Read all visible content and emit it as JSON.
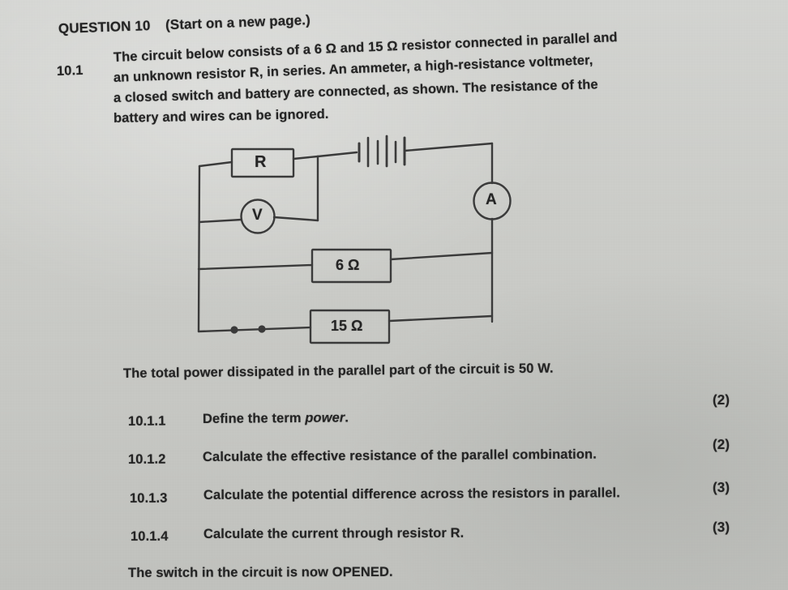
{
  "page": {
    "background_color": "#cbccc9",
    "ink_color": "#232323"
  },
  "header": {
    "question_title": "QUESTION 10",
    "question_note": "(Start on a new page.)"
  },
  "question": {
    "number": "10.1",
    "stem_lines": [
      "The circuit below consists of a 6 Ω and 15 Ω resistor connected in parallel and",
      "an unknown resistor R, in series. An ammeter, a high-resistance voltmeter,",
      "a closed switch and battery are connected, as shown. The resistance of the",
      "battery and wires can be ignored."
    ]
  },
  "circuit": {
    "resistor_r_label": "R",
    "voltmeter_label": "V",
    "ammeter_label": "A",
    "resistor_6_label": "6 Ω",
    "resistor_15_label": "15 Ω",
    "battery_name": "battery-symbol",
    "switch_name": "closed-switch-symbol"
  },
  "given_statement": "The total power dissipated in the parallel part of the circuit is 50 W.",
  "sub_questions": [
    {
      "number": "10.1.1",
      "text_before": "Define the term ",
      "italic": "power",
      "text_after": ".",
      "marks": "(2)"
    },
    {
      "number": "10.1.2",
      "text_before": "Calculate the effective resistance of the parallel combination.",
      "italic": "",
      "text_after": "",
      "marks": "(2)"
    },
    {
      "number": "10.1.3",
      "text_before": "Calculate the potential difference across the resistors in parallel.",
      "italic": "",
      "text_after": "",
      "marks": "(3)"
    },
    {
      "number": "10.1.4",
      "text_before": "Calculate the current through resistor R.",
      "italic": "",
      "text_after": "",
      "marks": "(3)"
    }
  ],
  "closing_statement": "The switch in the circuit is now OPENED."
}
